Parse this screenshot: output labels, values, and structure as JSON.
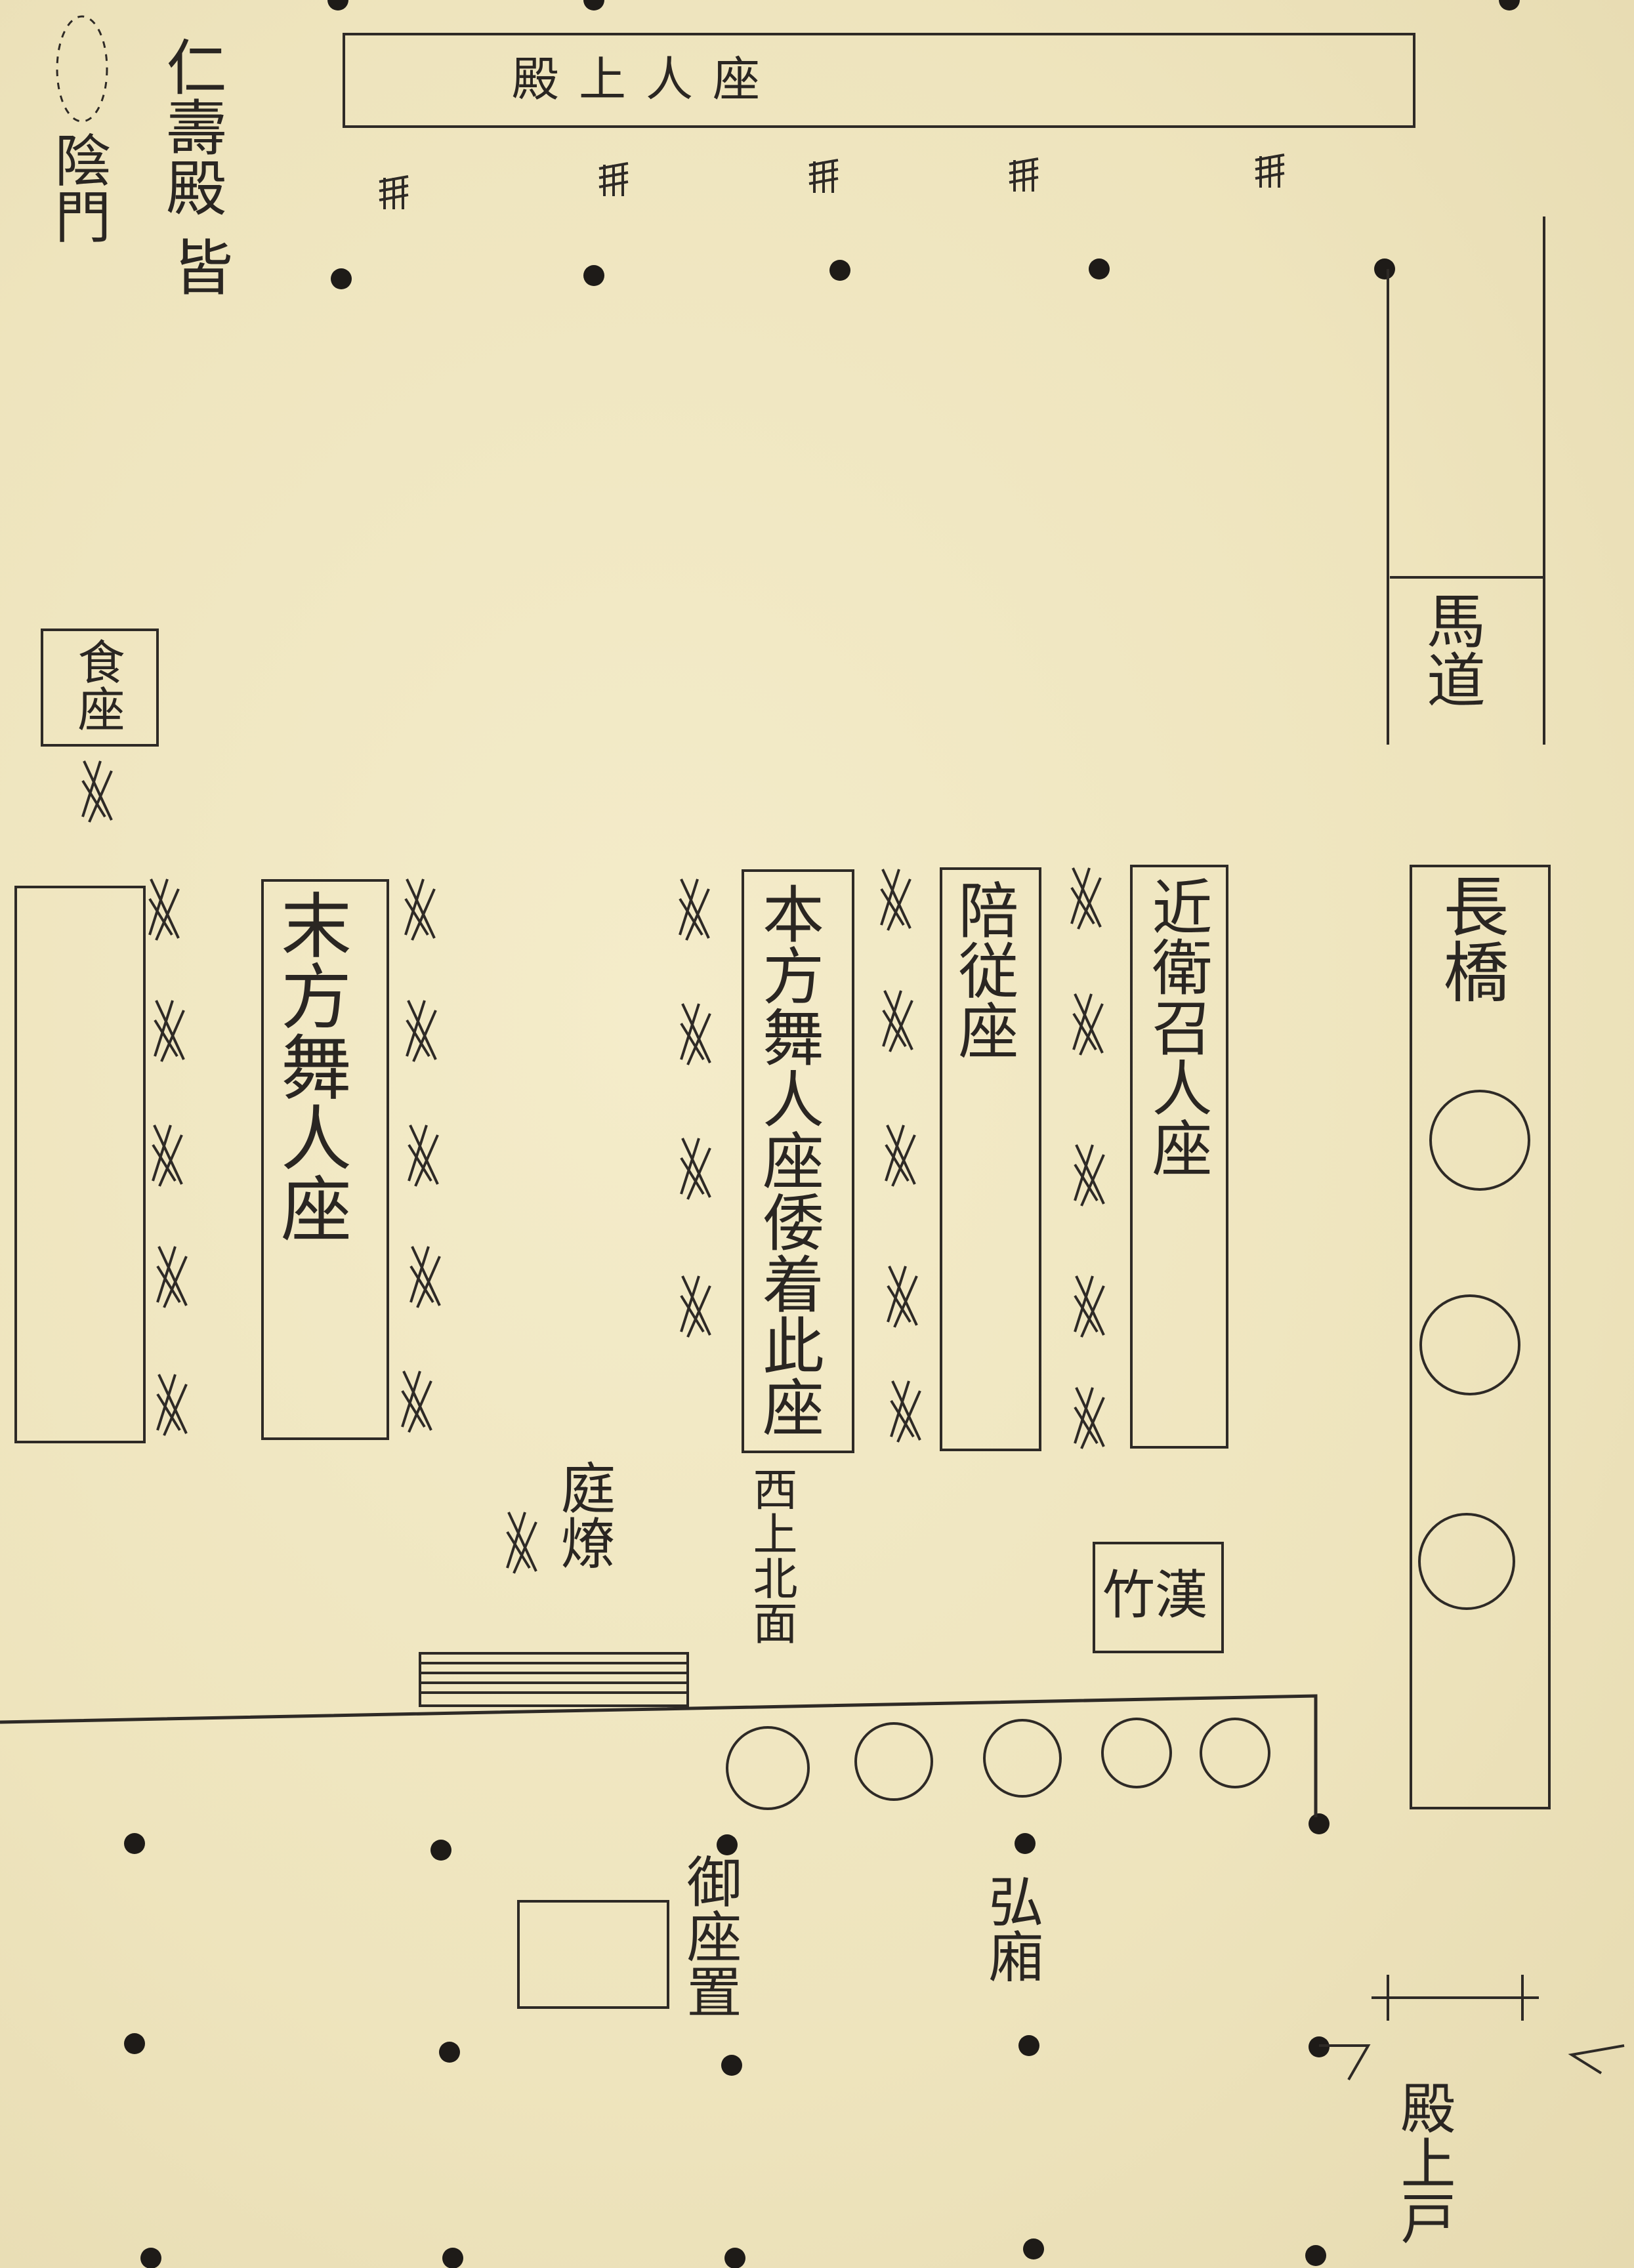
{
  "labels": {
    "hall": "仁壽殿",
    "hall_suffix": "皆",
    "west_gate": "陰門",
    "top_seat": "殿上人座",
    "food_seat": "食座",
    "suekata": "末方舞人座",
    "motokata": "本方舞人座倭着此座",
    "baiju": "陪従座",
    "konoe": "近衛召人座",
    "uma_michi": "馬道",
    "nagahashi": "長橋",
    "niwabi": "庭燎",
    "south": "西上北面",
    "kawatake": "竹漢",
    "gyoza": "御座置",
    "hisashi": "弘廂",
    "tenjo_to": "殿上戸"
  },
  "colors": {
    "paper": "#efe6bf",
    "ink": "#2a2622"
  },
  "icons": {
    "seat_marker": "lattice-cross-hatch",
    "pillar": "filled-dot",
    "round_seat": "open-circle",
    "steps": "horizontal-stair"
  }
}
